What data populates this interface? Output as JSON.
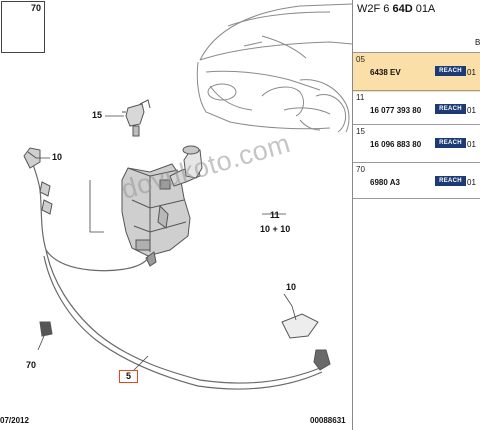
{
  "diagram": {
    "thumbnail_number": "70",
    "callouts": {
      "c15": "15",
      "c10_top": "10",
      "c11": "11",
      "c10plus10": "10 + 10",
      "c10_right": "10",
      "c70": "70",
      "c5": "5"
    },
    "watermark": "dovukoto.com",
    "footer_date": "07/2012",
    "footer_code": "00088631"
  },
  "parts": {
    "code_prefix": "W2F 6 ",
    "code_bold": "64D",
    "code_suffix": " 01A",
    "column_header": "B",
    "reach_label": "REACH",
    "rows": [
      {
        "index": "05",
        "ref": "6438 EV",
        "qty": "01",
        "selected": true
      },
      {
        "index": "11",
        "ref": "16 077 393 80",
        "qty": "01",
        "selected": false
      },
      {
        "index": "15",
        "ref": "16 096 883 80",
        "qty": "01",
        "selected": false
      },
      {
        "index": "70",
        "ref": "6980 A3",
        "qty": "01",
        "selected": false
      }
    ]
  },
  "colors": {
    "selected_row": "#fbdfa8",
    "reach_badge": "#1d3a74",
    "callout_box": "#e04a1a"
  }
}
